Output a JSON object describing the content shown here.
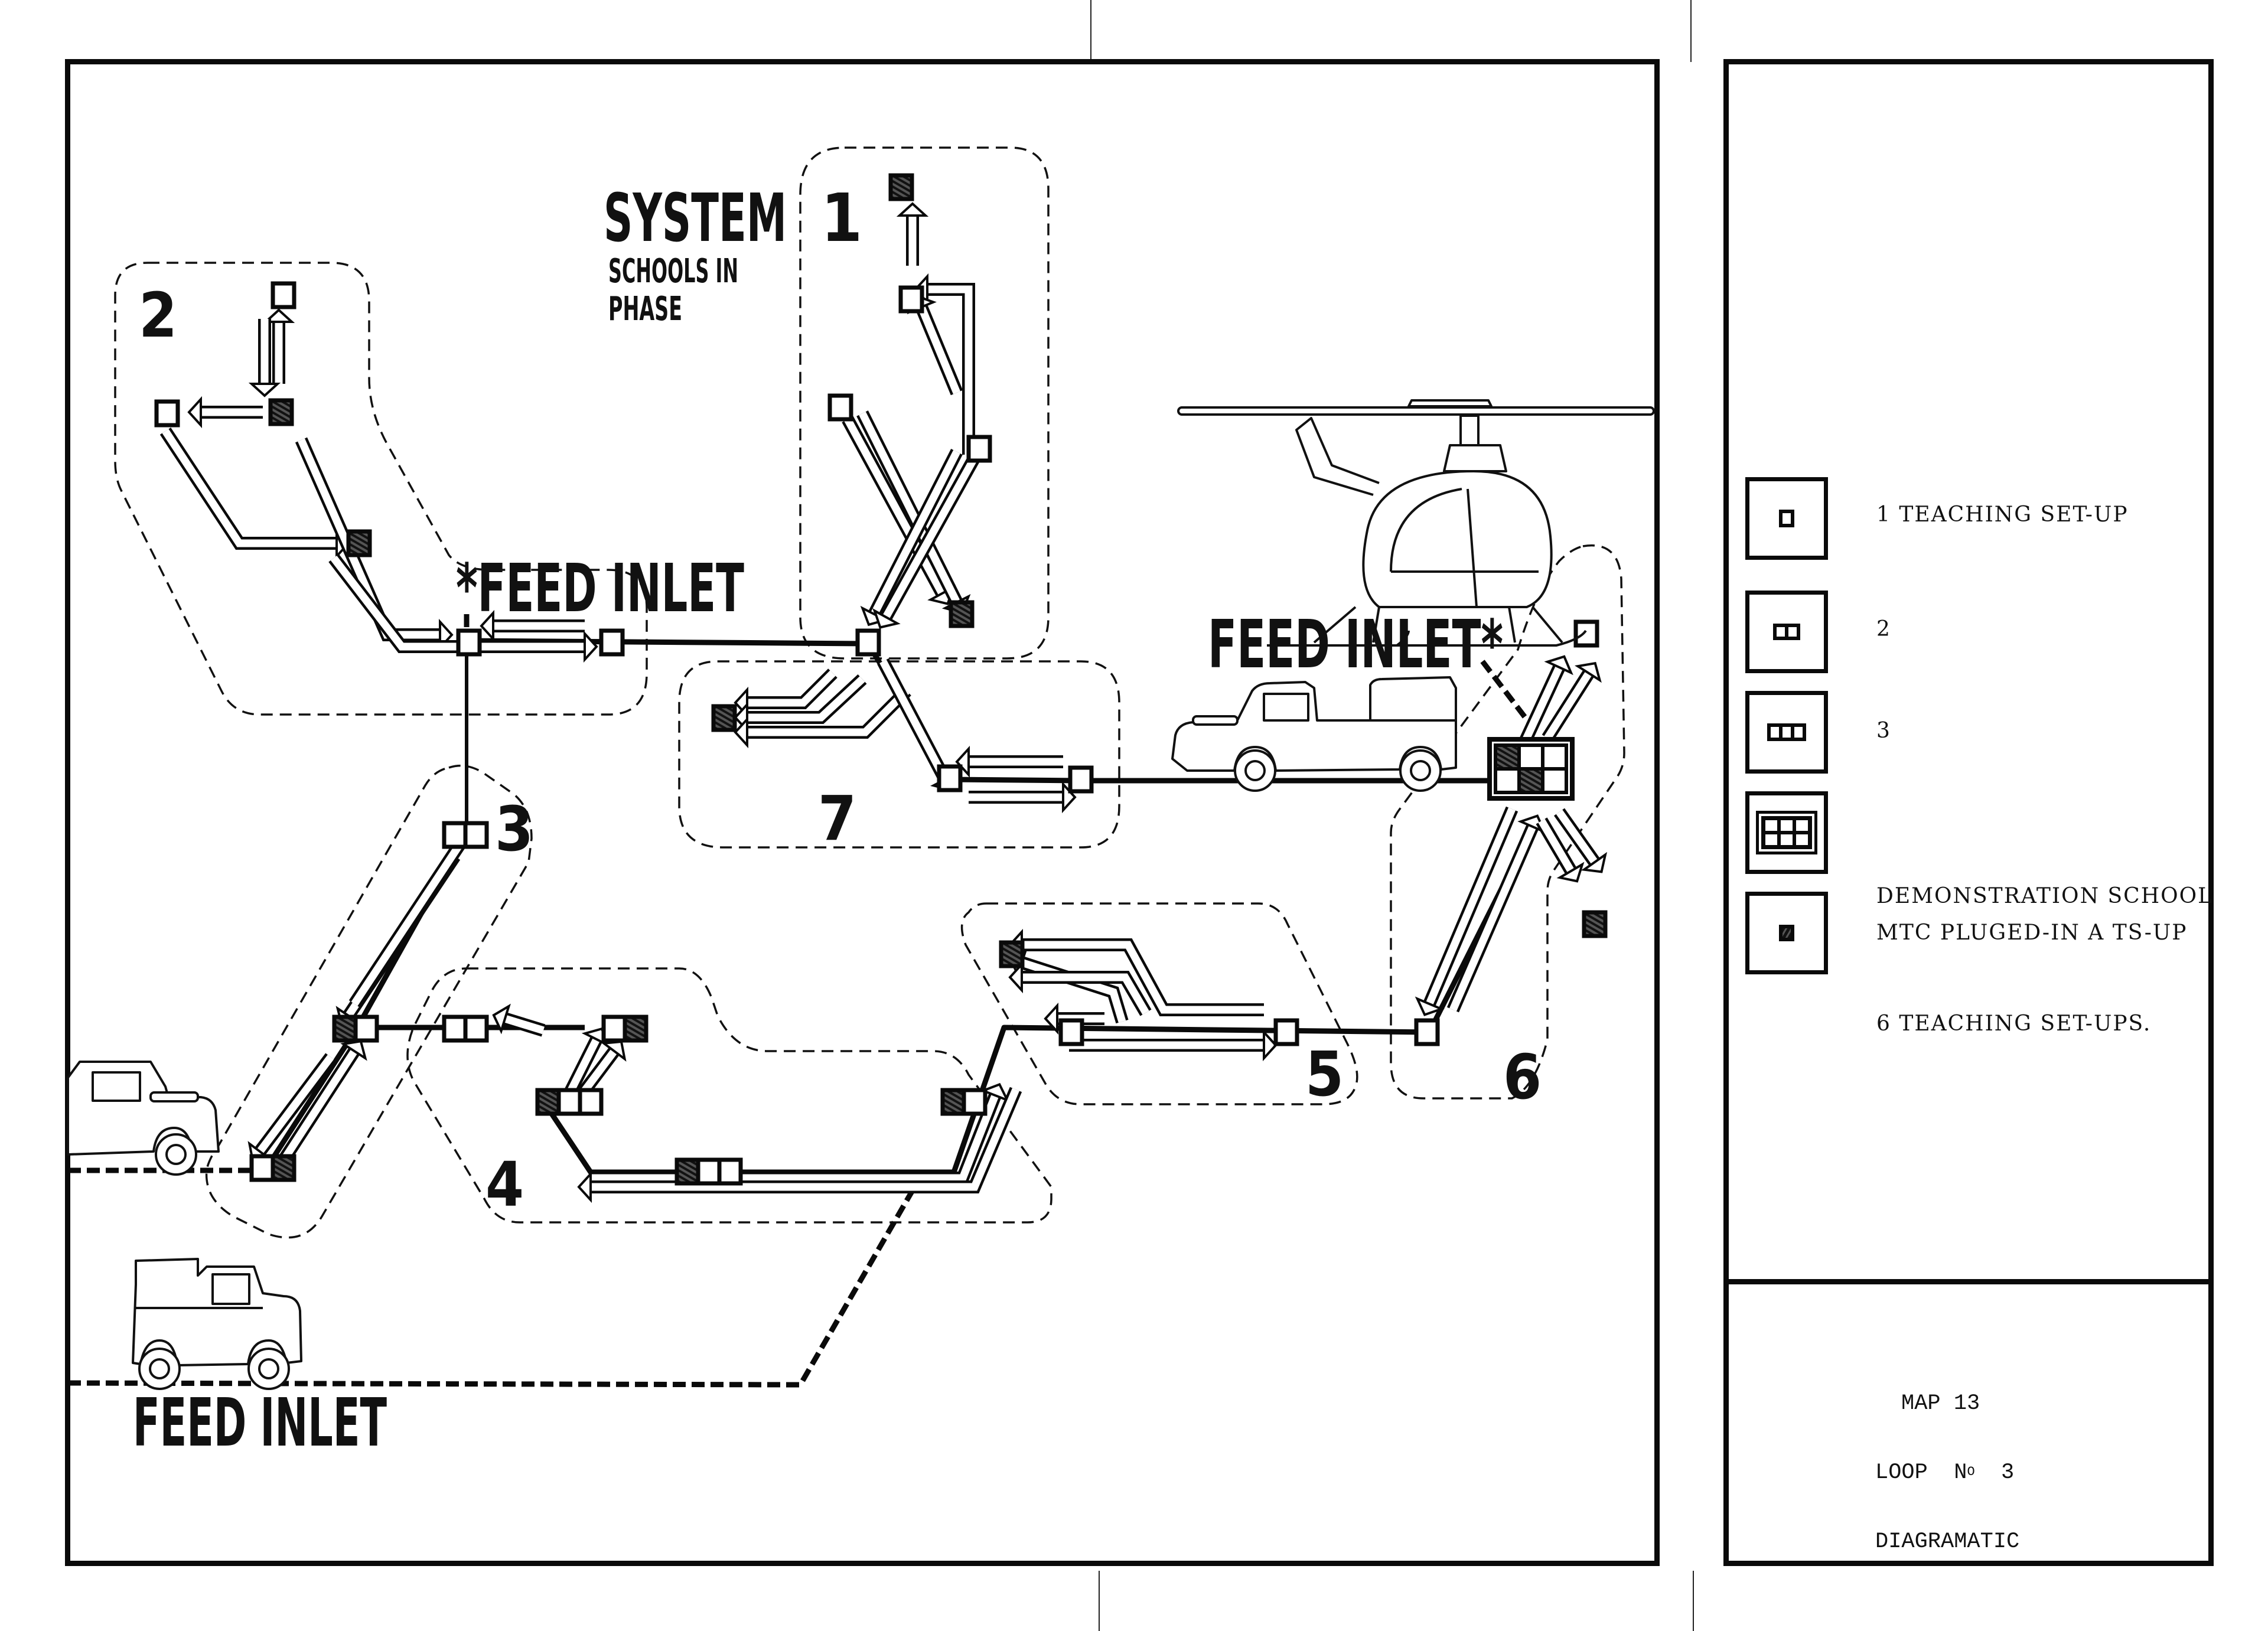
{
  "map": {
    "system_title": "SYSTEM",
    "system_number": "1",
    "system_subtitle_line1": "SCHOOLS IN",
    "system_subtitle_line2": "PHASE",
    "feed_inlets": [
      {
        "label": "*FEED INLET",
        "id": "feed-inlet-center"
      },
      {
        "label": "FEED INLET*",
        "id": "feed-inlet-right"
      },
      {
        "label": "FEED INLET",
        "id": "feed-inlet-bottom"
      }
    ],
    "zone_labels": [
      "1",
      "2",
      "3",
      "4",
      "5",
      "6",
      "7"
    ],
    "vehicles": [
      "land-rover",
      "land-rover",
      "land-rover",
      "helicopter"
    ]
  },
  "legend": {
    "items": [
      {
        "symbol": "single-setup",
        "lines": [
          "1 TEACHING SET-UP"
        ]
      },
      {
        "symbol": "double-setup",
        "lines": [
          "2"
        ]
      },
      {
        "symbol": "triple-setup",
        "lines": [
          "3"
        ]
      },
      {
        "symbol": "demonstration-school",
        "lines": [
          "DEMONSTRATION SCHOOL",
          "6 TEACHING SET-UPS."
        ]
      },
      {
        "symbol": "mtc-plugged",
        "lines": [
          "MTC PLUGED-IN A TS-UP"
        ]
      }
    ]
  },
  "title_block": {
    "line1": "MAP 13",
    "line2_prefix": "LOOP  N",
    "line2_sup": "O",
    "line2_suffix": "  3",
    "line3": "DIAGRAMATIC"
  },
  "colors": {
    "ink": "#0a0a0a",
    "paper": "#ffffff"
  }
}
